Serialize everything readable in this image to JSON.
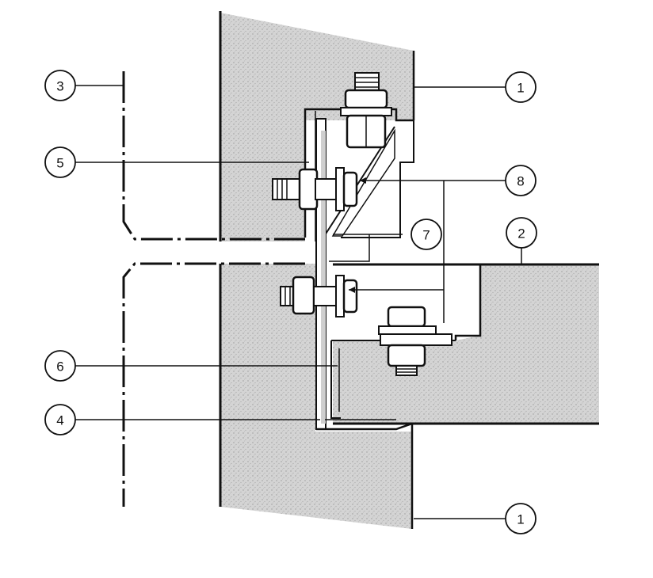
{
  "diagram": {
    "callouts": [
      {
        "id": "1a",
        "label": "1"
      },
      {
        "id": "1b",
        "label": "1"
      },
      {
        "id": "2",
        "label": "2"
      },
      {
        "id": "3",
        "label": "3"
      },
      {
        "id": "4",
        "label": "4"
      },
      {
        "id": "5",
        "label": "5"
      },
      {
        "id": "6",
        "label": "6"
      },
      {
        "id": "7",
        "label": "7"
      },
      {
        "id": "8",
        "label": "8"
      }
    ]
  },
  "colors": {
    "ink": "#111111",
    "concrete": "#d2d2d2",
    "background": "#ffffff"
  }
}
